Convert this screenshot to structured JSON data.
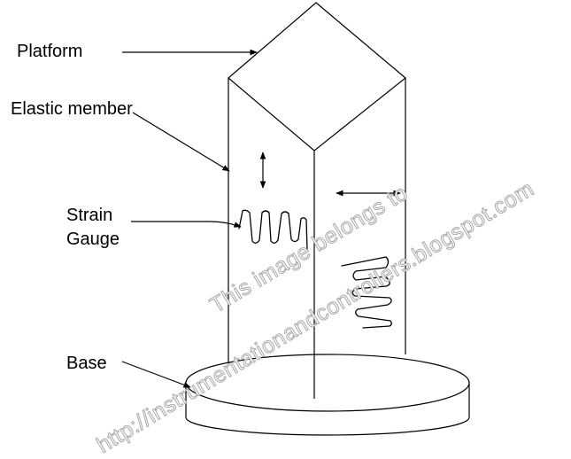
{
  "labels": {
    "platform": "Platform",
    "elastic_member": "Elastic member",
    "strain_gauge_line1": "Strain",
    "strain_gauge_line2": "Gauge",
    "base": "Base"
  },
  "watermark": {
    "line1": "This image belongs to",
    "line2": "http://instrumentationandcontrollers.blogspot.com"
  },
  "colors": {
    "line": "#000000",
    "watermark_outline": "#a9a9a9",
    "background": "#ffffff"
  }
}
